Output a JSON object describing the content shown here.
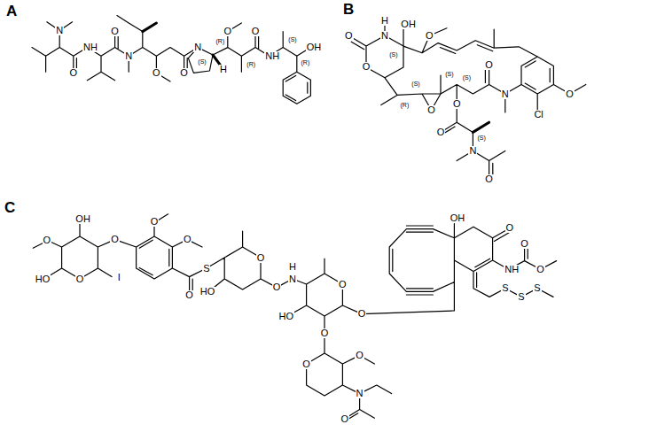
{
  "diagram": {
    "labels": [
      "A",
      "N",
      "O",
      "NH",
      "O",
      "N",
      "O",
      "O",
      "N",
      "(S)",
      "H",
      "O",
      "(R)",
      "(R)",
      "O",
      "NH",
      "(S)",
      "(R)",
      "OH",
      "B",
      "O",
      "H",
      "N",
      "OH",
      "O",
      "(S)",
      "O",
      "(R)",
      "O",
      "(S)",
      "(S)",
      "O",
      "(S)",
      "O",
      "N",
      "Cl",
      "O",
      "O",
      "(S)",
      "N",
      "O",
      "C",
      "OH",
      "O",
      "HO",
      "O",
      "O",
      "O",
      "O",
      "I",
      "O",
      "S",
      "HO",
      "O",
      "O",
      "H",
      "N",
      "O",
      "HO",
      "O",
      "O",
      "O",
      "O",
      "N",
      "O",
      "OH",
      "O",
      "NH",
      "O",
      "O",
      "S",
      "S",
      "S"
    ]
  }
}
